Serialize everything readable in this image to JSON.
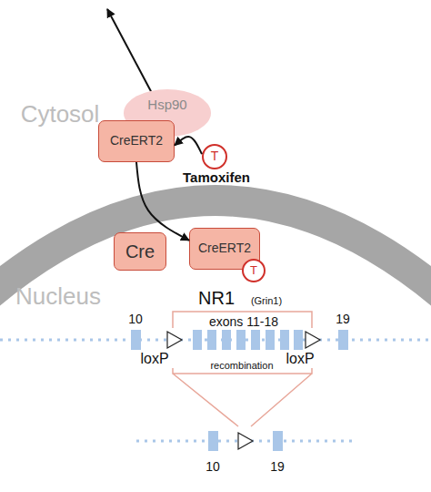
{
  "diagram": {
    "nodes": [
      {
        "text": [
          "Hsp90"
        ]
      },
      {
        "text": [
          "CreERT2"
        ]
      },
      {
        "text": [
          "T"
        ]
      },
      {
        "text": [
          "Cre"
        ]
      },
      {
        "text": [
          "CreERT2"
        ]
      },
      {
        "text": [
          "T"
        ]
      }
    ],
    "edges": [
      {
        "from": 2,
        "to": 1,
        "arrow": "to"
      },
      {
        "from": 1,
        "to": 4,
        "arrow": "to"
      }
    ],
    "labels": [
      "Cytosol",
      "Tamoxifen",
      "Nucleus",
      "NR1",
      "(Grin1)",
      "10",
      "exons 11-18",
      "19",
      "loxP",
      "loxP",
      "recombination",
      "10",
      "19"
    ]
  }
}
